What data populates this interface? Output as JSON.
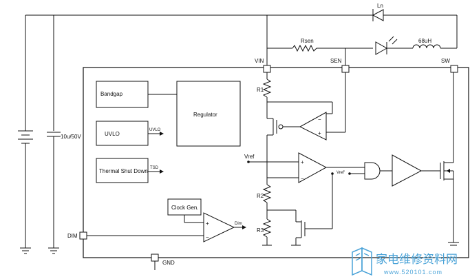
{
  "labels": {
    "led_top": "Ln",
    "rsen": "Rsen",
    "inductor": "68uH",
    "vin": "VIN",
    "sen": "SEN",
    "sw": "SW",
    "r1": "R1",
    "r2": "R2",
    "r3": "R3",
    "cap": "10u/50V",
    "bandgap": "Bandgap",
    "regulator": "Regulator",
    "uvlo": "UVLO",
    "uvlo_out": "UVLO",
    "thermal": "Thermal Shut Down",
    "tsd_out": "TSD",
    "vref": "Vref",
    "vref_out": "Vref'",
    "clock": "Clock Gen.",
    "dim": "DIM",
    "dim_out": "Dim",
    "gnd": "GND",
    "plus": "+",
    "minus": "−"
  },
  "watermark": {
    "text": "家电维修资料网",
    "url": "www.520101.com"
  },
  "colors": {
    "watermark": "#4aa3d8",
    "line": "#111111"
  }
}
